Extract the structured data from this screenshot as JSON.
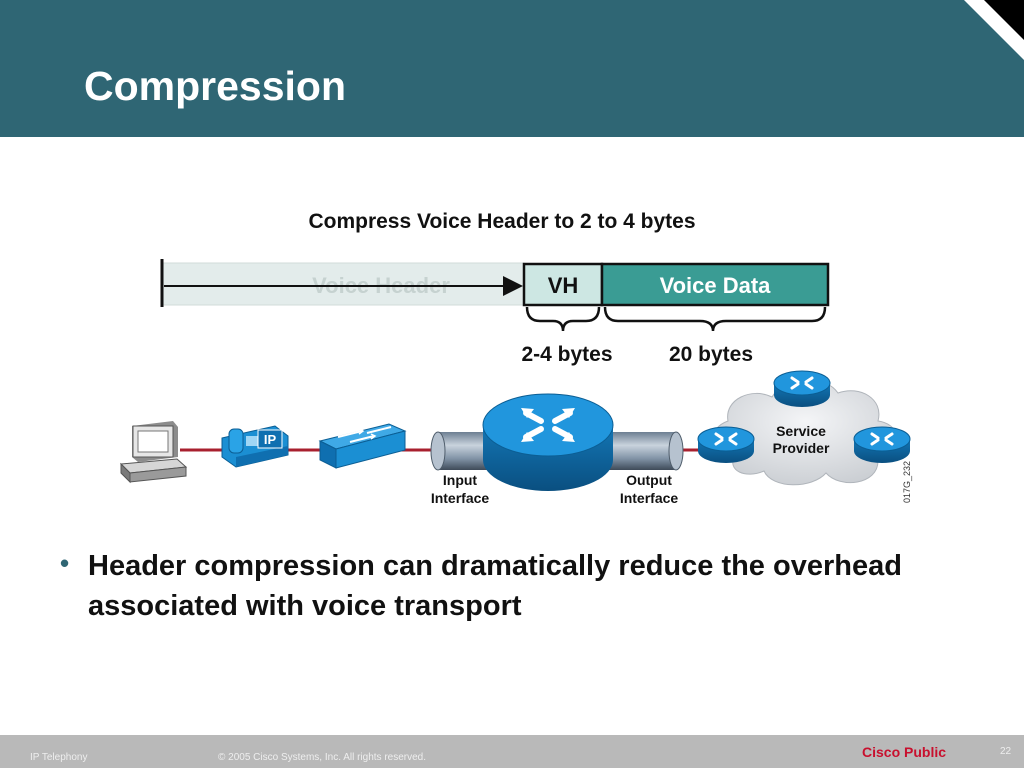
{
  "slide": {
    "title": "Compression"
  },
  "diagram": {
    "heading": "Compress Voice Header to 2 to 4 bytes",
    "original_header_label": "Voice Header",
    "compressed_header_label": "VH",
    "data_label": "Voice Data",
    "header_size_label": "2-4 bytes",
    "data_size_label": "20 bytes",
    "input_interface_line1": "Input",
    "input_interface_line2": "Interface",
    "output_interface_line1": "Output",
    "output_interface_line2": "Interface",
    "cloud_label_line1": "Service",
    "cloud_label_line2": "Provider",
    "phone_badge": "IP",
    "figure_code": "017G_232",
    "colors": {
      "teal": "#3a9c94",
      "teal_light": "#cde7e3",
      "device_blue": "#1b8fd3",
      "link_red": "#a8202f"
    },
    "icons": [
      "computer-icon",
      "ip-phone-icon",
      "switch-icon",
      "router-icon",
      "cloud-icon"
    ]
  },
  "bullets": [
    "Header compression can dramatically reduce the overhead associated with voice transport"
  ],
  "footer": {
    "section": "IP Telephony",
    "copyright": "© 2005 Cisco Systems, Inc. All rights reserved.",
    "classification": "Cisco Public",
    "page_number": "22"
  }
}
